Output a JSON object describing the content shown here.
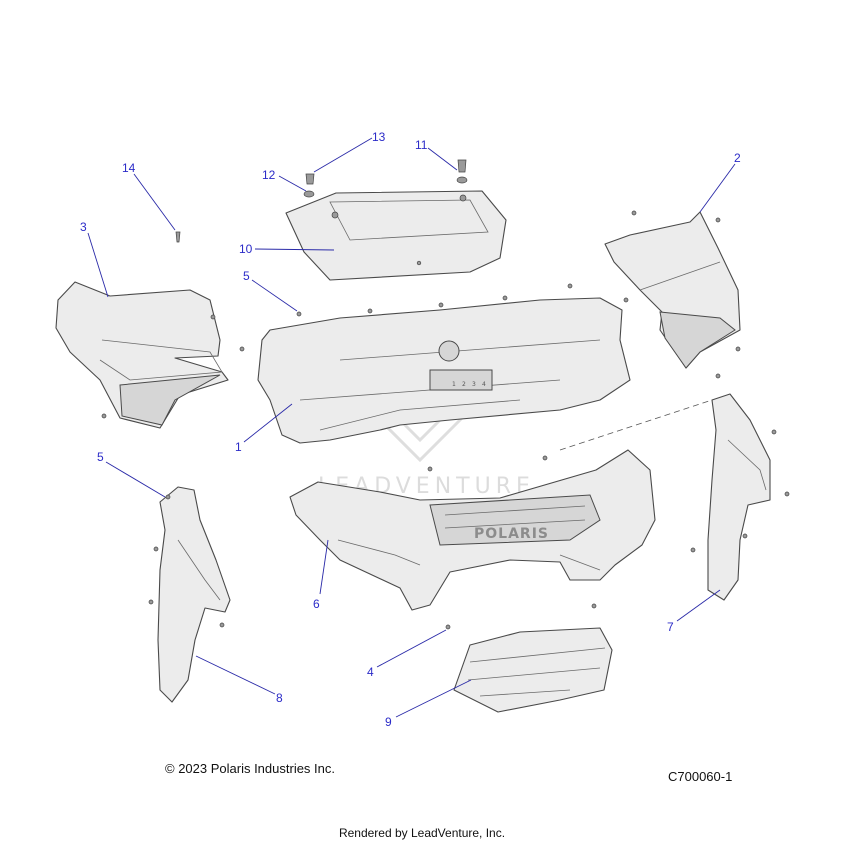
{
  "diagram": {
    "watermark": "LEADVENTURE",
    "grille_brand": "POLARIS",
    "switch_labels": [
      "1",
      "2",
      "3",
      "4"
    ],
    "callouts": [
      {
        "id": "c1",
        "label": "1"
      },
      {
        "id": "c2",
        "label": "2"
      },
      {
        "id": "c3",
        "label": "3"
      },
      {
        "id": "c4",
        "label": "4"
      },
      {
        "id": "c5a",
        "label": "5"
      },
      {
        "id": "c5b",
        "label": "5"
      },
      {
        "id": "c6",
        "label": "6"
      },
      {
        "id": "c7",
        "label": "7"
      },
      {
        "id": "c8",
        "label": "8"
      },
      {
        "id": "c9",
        "label": "9"
      },
      {
        "id": "c10",
        "label": "10"
      },
      {
        "id": "c11",
        "label": "11"
      },
      {
        "id": "c12",
        "label": "12"
      },
      {
        "id": "c13",
        "label": "13"
      },
      {
        "id": "c14",
        "label": "14"
      }
    ]
  },
  "footer": {
    "copyright": "© 2023 Polaris Industries Inc.",
    "diagram_code": "C700060-1",
    "rendered_by": "Rendered by LeadVenture, Inc."
  },
  "colors": {
    "callout_text": "#2b2bc8",
    "leader_line": "#2a2aa8",
    "part_fill": "#ececec",
    "outline": "#4a4a4a"
  }
}
